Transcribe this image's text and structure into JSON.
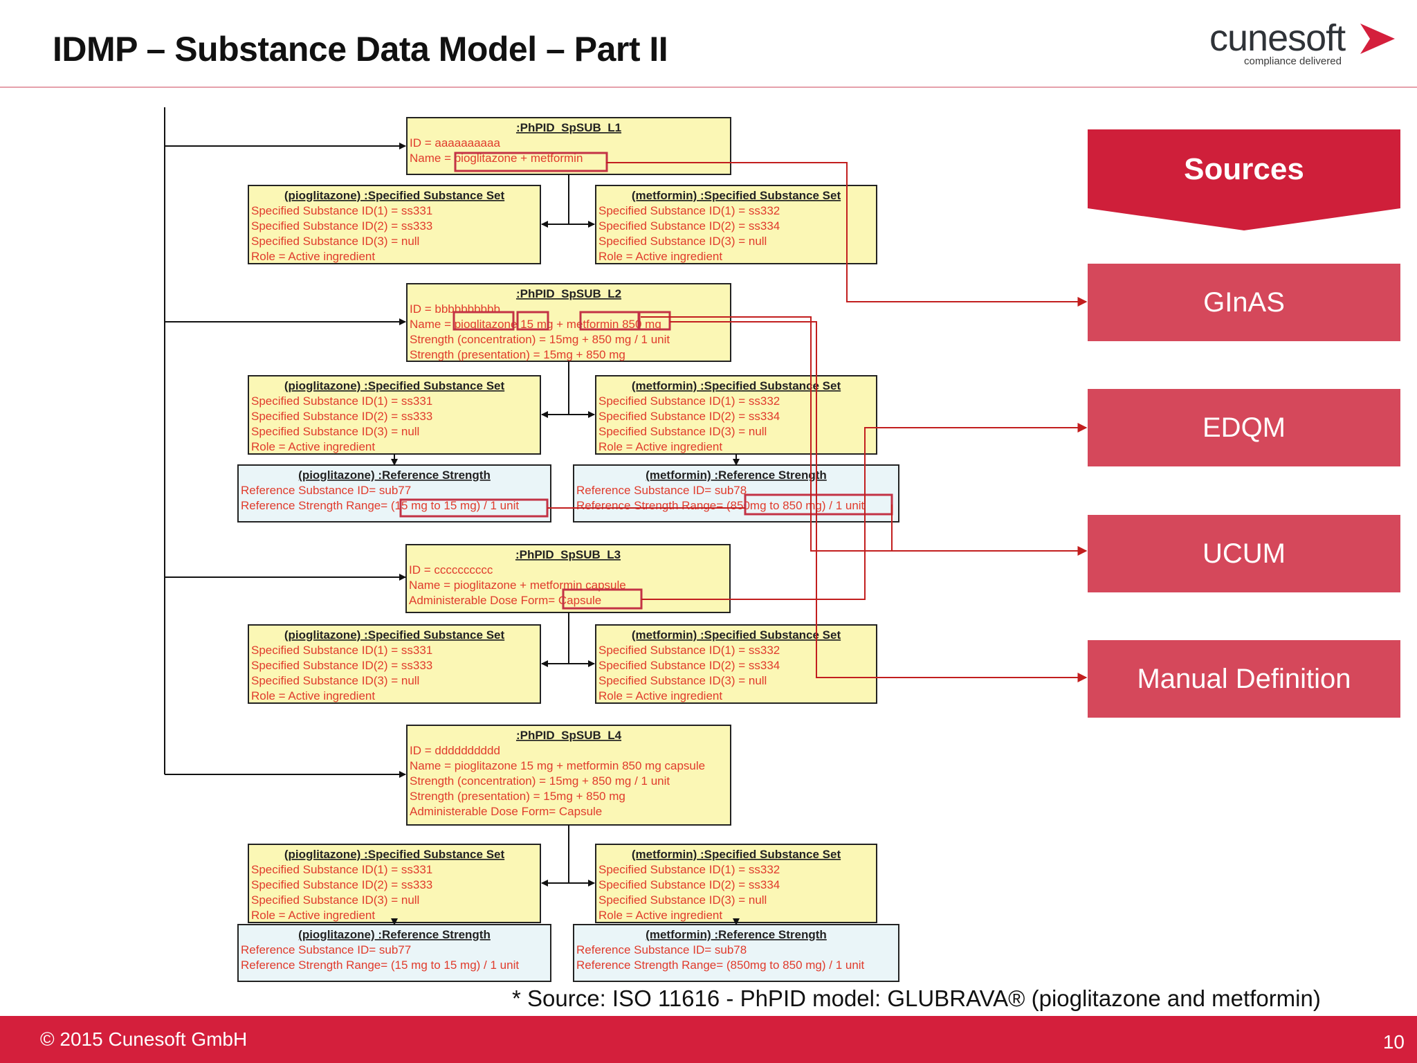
{
  "slide": {
    "title": "IDMP – Substance Data Model – Part II",
    "footnote": "* Source:  ISO 11616 - PhPID model: GLUBRAVA® (pioglitazone and metformin)",
    "copyright": "© 2015 Cunesoft GmbH",
    "page_number": "10"
  },
  "logo": {
    "wordmark": "cunesoft",
    "tagline": "compliance delivered"
  },
  "sources": {
    "header": "Sources",
    "items": [
      "GInAS",
      "EDQM",
      "UCUM",
      "Manual Definition"
    ]
  },
  "colors": {
    "accent": "#d41f3c",
    "source_box": "#d5485b",
    "box_yellow": "#fbf7b5",
    "box_blue": "#eaf5f8",
    "text_red": "#e03b2c",
    "highlight": "#c33245"
  },
  "diagram": {
    "phpid": [
      {
        "title": ":PhPID_SpSUB_L1",
        "lines": [
          "ID = aaaaaaaaaa",
          "Name = pioglitazone + metformin"
        ]
      },
      {
        "title": ":PhPID_SpSUB_L2",
        "lines": [
          "ID = bbbbbbbbbb",
          "Name = pioglitazone 15 mg + metformin 850 mg",
          "Strength (concentration) = 15mg + 850 mg / 1 unit",
          "Strength (presentation) = 15mg + 850 mg"
        ]
      },
      {
        "title": ":PhPID_SpSUB_L3",
        "lines": [
          "ID = cccccccccc",
          "Name = pioglitazone + metformin capsule",
          "Administerable Dose Form= Capsule"
        ]
      },
      {
        "title": ":PhPID_SpSUB_L4",
        "lines": [
          "ID = dddddddddd",
          "Name = pioglitazone 15 mg + metformin 850 mg capsule",
          "Strength (concentration) = 15mg + 850 mg / 1 unit",
          "Strength (presentation) = 15mg + 850 mg",
          "Administerable Dose Form= Capsule"
        ]
      }
    ],
    "substance_sets": {
      "left": {
        "title": "(pioglitazone) :Specified Substance Set",
        "lines": [
          "Specified Substance ID(1) = ss331",
          "Specified Substance ID(2) = ss333",
          "Specified Substance ID(3) = null",
          "Role = Active ingredient"
        ]
      },
      "right": {
        "title": "(metformin) :Specified Substance Set",
        "lines": [
          "Specified Substance ID(1) = ss332",
          "Specified Substance ID(2) = ss334",
          "Specified Substance ID(3) = null",
          "Role = Active ingredient"
        ]
      }
    },
    "reference_strengths": {
      "left": {
        "title": "(pioglitazone) :Reference Strength",
        "lines": [
          "Reference Substance ID= sub77",
          "Reference Strength Range= (15 mg to 15 mg) / 1 unit"
        ]
      },
      "right": {
        "title": "(metformin) :Reference Strength",
        "lines": [
          "Reference Substance ID= sub78",
          "Reference Strength Range= (850mg to 850 mg) / 1 unit"
        ]
      }
    }
  }
}
